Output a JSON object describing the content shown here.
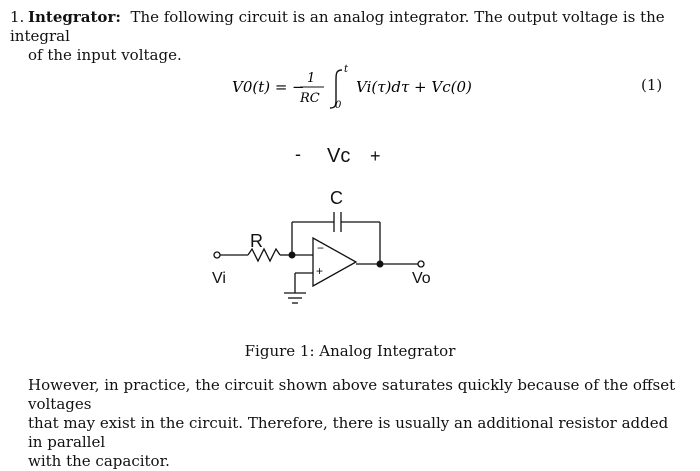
{
  "problem": {
    "number": "1.",
    "title": "Integrator:",
    "text_line1": "The following circuit is an analog integrator. The output voltage is the integral",
    "text_line2": "of the input voltage."
  },
  "equation": {
    "lhs": "V0(t) =",
    "minus": "−",
    "numerator": "1",
    "denominator": "RC",
    "upper_limit": "t",
    "lower_limit": "0",
    "integrand": "Vi(τ)dτ + Vc(0)",
    "number": "(1)"
  },
  "circuit": {
    "cap_minus": "-",
    "cap_label": "Vc",
    "cap_plus": "+",
    "capacitor": "C",
    "resistor": "R",
    "input": "Vi",
    "output": "Vo",
    "opamp_minus": "−",
    "opamp_plus": "+"
  },
  "caption": "Figure 1: Analog Integrator",
  "footer": {
    "line1": "However, in practice, the circuit shown above saturates quickly because of the offset voltages",
    "line2": "that may exist in the circuit. Therefore, there is usually an additional resistor added in parallel",
    "line3": "with the capacitor."
  }
}
